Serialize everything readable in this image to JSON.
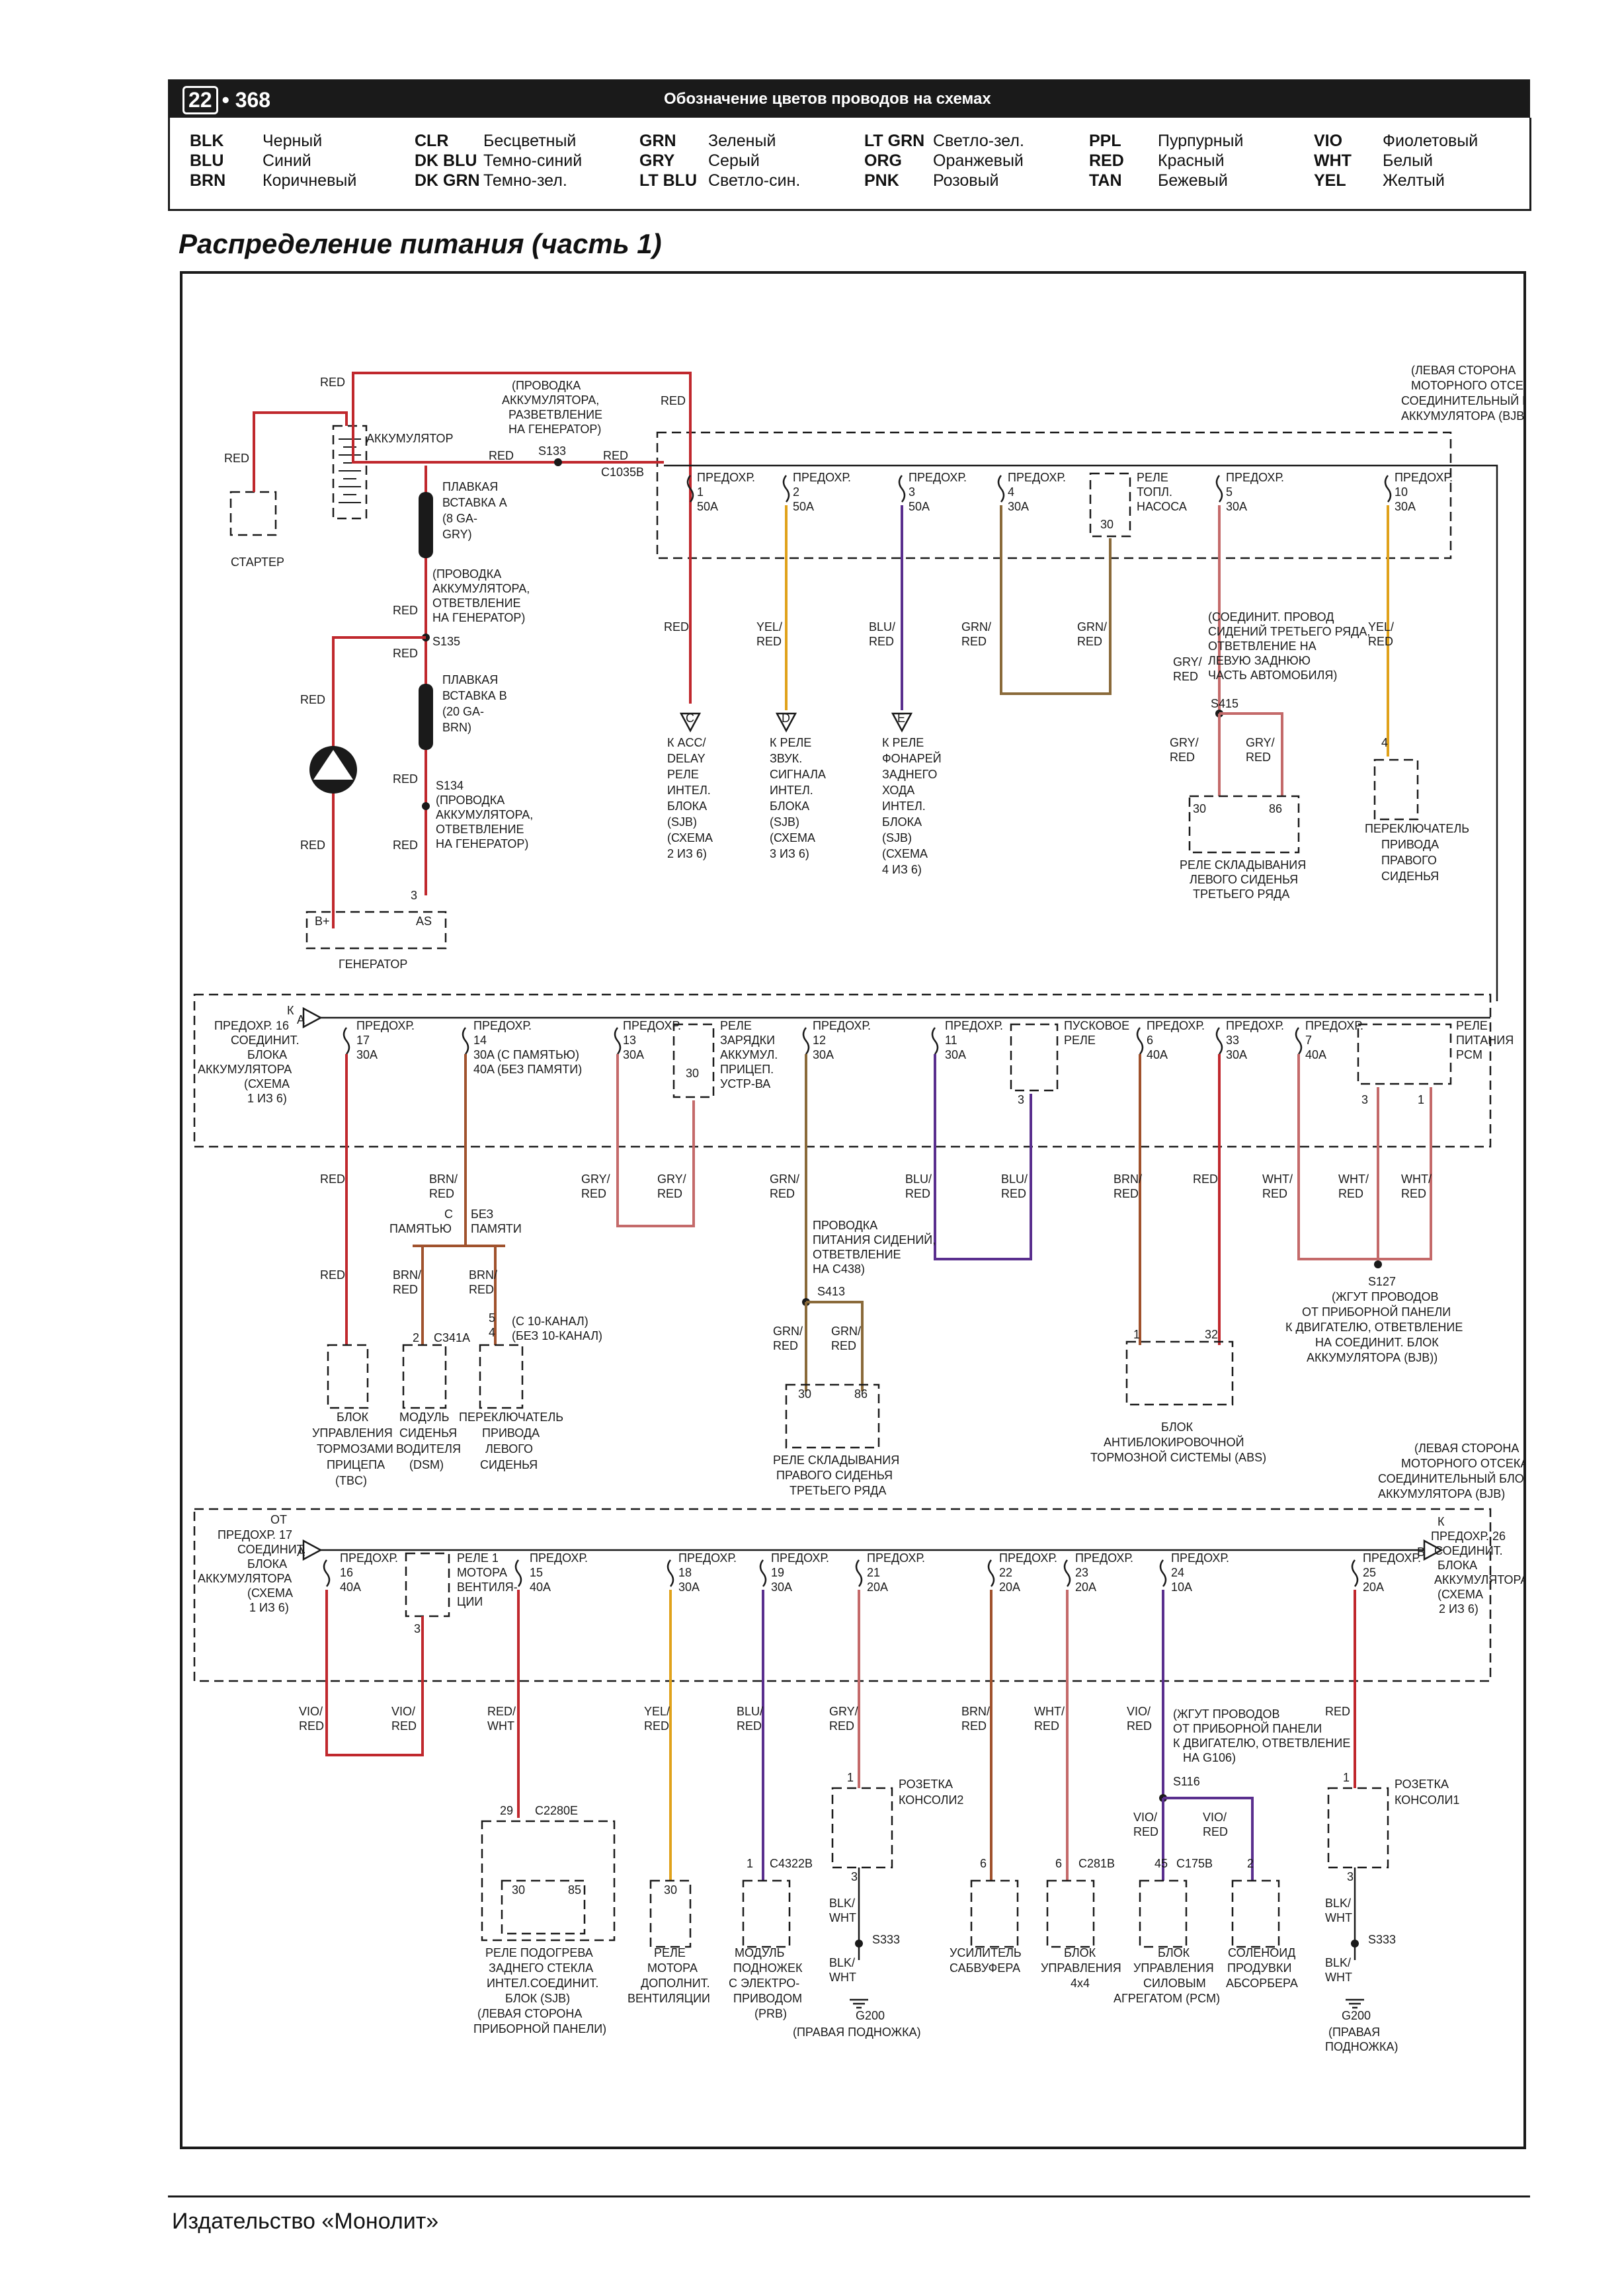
{
  "header": {
    "page_badge": "22",
    "page_number": "• 368",
    "title": "Обозначение цветов проводов на схемах"
  },
  "legend": [
    [
      {
        "code": "BLK",
        "name": "Черный"
      },
      {
        "code": "BLU",
        "name": "Синий"
      },
      {
        "code": "BRN",
        "name": "Коричневый"
      }
    ],
    [
      {
        "code": "CLR",
        "name": "Бесцветный"
      },
      {
        "code": "DK BLU",
        "name": "Темно-синий"
      },
      {
        "code": "DK GRN",
        "name": "Темно-зел."
      }
    ],
    [
      {
        "code": "GRN",
        "name": "Зеленый"
      },
      {
        "code": "GRY",
        "name": "Серый"
      },
      {
        "code": "LT BLU",
        "name": "Светло-син."
      }
    ],
    [
      {
        "code": "LT GRN",
        "name": "Светло-зел."
      },
      {
        "code": "ORG",
        "name": "Оранжевый"
      },
      {
        "code": "PNK",
        "name": "Розовый"
      }
    ],
    [
      {
        "code": "PPL",
        "name": "Пурпурный"
      },
      {
        "code": "RED",
        "name": "Красный"
      },
      {
        "code": "TAN",
        "name": "Бежевый"
      }
    ],
    [
      {
        "code": "VIO",
        "name": "Фиолетовый"
      },
      {
        "code": "WHT",
        "name": "Белый"
      },
      {
        "code": "YEL",
        "name": "Желтый"
      }
    ]
  ],
  "section_title": "Распределение питания (часть 1)",
  "footer": "Издательство «Монолит»",
  "colors": {
    "red": "#c0282d",
    "yel": "#e0a21b",
    "blu": "#5a2f8e",
    "grn": "#8a6a3a",
    "brn": "#a0522d",
    "gry": "#c0282d",
    "pink": "#c46a6a",
    "line": "#1a1a1a"
  },
  "labels": [
    {
      "t": "RED"
    },
    {
      "t": "RED"
    },
    {
      "t": "АККУМУЛЯТОР"
    },
    {
      "t": "СТАРТЕР"
    },
    {
      "t": "(ПРОВОДКА"
    },
    {
      "t": "АККУМУЛЯТОРА,"
    },
    {
      "t": "РАЗВЕТВЛЕНИЕ"
    },
    {
      "t": "НА ГЕНЕРАТОР)"
    },
    {
      "t": "RED"
    },
    {
      "t": "S133"
    },
    {
      "t": "RED"
    },
    {
      "t": "C1035B"
    },
    {
      "t": "RED"
    },
    {
      "t": "ПЛАВКАЯ"
    },
    {
      "t": "ВСТАВКА A"
    },
    {
      "t": "(8 GA-"
    },
    {
      "t": "GRY)"
    },
    {
      "t": "(ПРОВОДКА"
    },
    {
      "t": "АККУМУЛЯТОРА,"
    },
    {
      "t": "ОТВЕТВЛЕНИЕ"
    },
    {
      "t": "НА ГЕНЕРАТОР)"
    },
    {
      "t": "RED"
    },
    {
      "t": "S135"
    },
    {
      "t": "RED"
    },
    {
      "t": "RED"
    },
    {
      "t": "ПЛАВКАЯ"
    },
    {
      "t": "ВСТАВКА B"
    },
    {
      "t": "(20 GA-"
    },
    {
      "t": "BRN)"
    },
    {
      "t": "RED"
    },
    {
      "t": "S134"
    },
    {
      "t": "(ПРОВОДКА"
    },
    {
      "t": "АККУМУЛЯТОРА,"
    },
    {
      "t": "ОТВЕТВЛЕНИЕ"
    },
    {
      "t": "НА ГЕНЕРАТОР)"
    },
    {
      "t": "RED"
    },
    {
      "t": "RED"
    },
    {
      "t": "3"
    },
    {
      "t": "B+"
    },
    {
      "t": "AS"
    },
    {
      "t": "ГЕНЕРАТОР"
    },
    {
      "t": "(ЛЕВАЯ СТОРОНА"
    },
    {
      "t": "МОТОРНОГО ОТСЕКА)"
    },
    {
      "t": "СОЕДИНИТЕЛЬНЫЙ БЛОК"
    },
    {
      "t": "АККУМУЛЯТОРА (BJB)"
    },
    {
      "t": "ПРЕДОХР."
    },
    {
      "t": "1"
    },
    {
      "t": "50A"
    },
    {
      "t": "ПРЕДОХР."
    },
    {
      "t": "2"
    },
    {
      "t": "50A"
    },
    {
      "t": "ПРЕДОХР."
    },
    {
      "t": "3"
    },
    {
      "t": "50A"
    },
    {
      "t": "ПРЕДОХР."
    },
    {
      "t": "4"
    },
    {
      "t": "30A"
    },
    {
      "t": "РЕЛЕ"
    },
    {
      "t": "ТОПЛ."
    },
    {
      "t": "НАСОСА"
    },
    {
      "t": "30"
    },
    {
      "t": "ПРЕДОХР."
    },
    {
      "t": "5"
    },
    {
      "t": "30A"
    },
    {
      "t": "ПРЕДОХР."
    },
    {
      "t": "10"
    },
    {
      "t": "30A"
    },
    {
      "t": "RED"
    },
    {
      "t": "YEL/"
    },
    {
      "t": "RED"
    },
    {
      "t": "BLU/"
    },
    {
      "t": "RED"
    },
    {
      "t": "GRN/"
    },
    {
      "t": "RED"
    },
    {
      "t": "GRN/"
    },
    {
      "t": "RED"
    },
    {
      "t": "(СОЕДИНИТ. ПРОВОД"
    },
    {
      "t": "СИДЕНИЙ ТРЕТЬЕГО РЯДА,"
    },
    {
      "t": "ОТВЕТВЛЕНИЕ НА"
    },
    {
      "t": "ЛЕВУЮ ЗАДНЮЮ"
    },
    {
      "t": "ЧАСТЬ АВТОМОБИЛЯ)"
    },
    {
      "t": "YEL/"
    },
    {
      "t": "RED"
    },
    {
      "t": "GRY/"
    },
    {
      "t": "RED"
    },
    {
      "t": "S415"
    },
    {
      "t": "C"
    },
    {
      "t": "D"
    },
    {
      "t": "E"
    },
    {
      "t": "К ACC/"
    },
    {
      "t": "DELAY"
    },
    {
      "t": "РЕЛЕ"
    },
    {
      "t": "ИНТЕЛ."
    },
    {
      "t": "БЛОКА"
    },
    {
      "t": "(SJB)"
    },
    {
      "t": "(СХЕМА"
    },
    {
      "t": "2 ИЗ 6)"
    },
    {
      "t": "К РЕЛЕ"
    },
    {
      "t": "ЗВУК."
    },
    {
      "t": "СИГНАЛА"
    },
    {
      "t": "ИНТЕЛ."
    },
    {
      "t": "БЛОКА"
    },
    {
      "t": "(SJB)"
    },
    {
      "t": "(СХЕМА"
    },
    {
      "t": "3 ИЗ 6)"
    },
    {
      "t": "К РЕЛЕ"
    },
    {
      "t": "ФОНАРЕЙ"
    },
    {
      "t": "ЗАДНЕГО"
    },
    {
      "t": "ХОДА"
    },
    {
      "t": "ИНТЕЛ."
    },
    {
      "t": "БЛОКА"
    },
    {
      "t": "(SJB)"
    },
    {
      "t": "(СХЕМА"
    },
    {
      "t": "4 ИЗ 6)"
    },
    {
      "t": "GRY/"
    },
    {
      "t": "RED"
    },
    {
      "t": "GRY/"
    },
    {
      "t": "RED"
    },
    {
      "t": "30"
    },
    {
      "t": "86"
    },
    {
      "t": "РЕЛЕ СКЛАДЫВАНИЯ"
    },
    {
      "t": "ЛЕВОГО СИДЕНЬЯ"
    },
    {
      "t": "ТРЕТЬЕГО РЯДА"
    },
    {
      "t": "4"
    },
    {
      "t": "ПЕРЕКЛЮЧАТЕЛЬ"
    },
    {
      "t": "ПРИВОДА"
    },
    {
      "t": "ПРАВОГО"
    },
    {
      "t": "СИДЕНЬЯ"
    },
    {
      "t": "К"
    },
    {
      "t": "ПРЕДОХР. 16"
    },
    {
      "t": "СОЕДИНИТ."
    },
    {
      "t": "БЛОКА"
    },
    {
      "t": "АККУМУЛЯТОРА"
    },
    {
      "t": "(СХЕМА"
    },
    {
      "t": "1 ИЗ 6)"
    },
    {
      "t": "A"
    },
    {
      "t": "ПРЕДОХР."
    },
    {
      "t": "17"
    },
    {
      "t": "30A"
    },
    {
      "t": "ПРЕДОХР."
    },
    {
      "t": "14"
    },
    {
      "t": "30A (С ПАМЯТЬЮ)"
    },
    {
      "t": "40A (БЕЗ ПАМЯТИ)"
    },
    {
      "t": "ПРЕДОХР."
    },
    {
      "t": "13"
    },
    {
      "t": "30A"
    },
    {
      "t": "РЕЛЕ"
    },
    {
      "t": "ЗАРЯДКИ"
    },
    {
      "t": "АККУМУЛ."
    },
    {
      "t": "ПРИЦЕП."
    },
    {
      "t": "УСТР-ВА"
    },
    {
      "t": "30"
    },
    {
      "t": "ПРЕДОХР."
    },
    {
      "t": "12"
    },
    {
      "t": "30A"
    },
    {
      "t": "ПРЕДОХР."
    },
    {
      "t": "11"
    },
    {
      "t": "30A"
    },
    {
      "t": "ПУСКОВОЕ"
    },
    {
      "t": "РЕЛЕ"
    },
    {
      "t": "3"
    },
    {
      "t": "ПРЕДОХР."
    },
    {
      "t": "6"
    },
    {
      "t": "40A"
    },
    {
      "t": "ПРЕДОХР."
    },
    {
      "t": "33"
    },
    {
      "t": "30A"
    },
    {
      "t": "ПРЕДОХР."
    },
    {
      "t": "7"
    },
    {
      "t": "40A"
    },
    {
      "t": "РЕЛЕ"
    },
    {
      "t": "ПИТАНИЯ"
    },
    {
      "t": "PCM"
    },
    {
      "t": "3"
    },
    {
      "t": "1"
    },
    {
      "t": "RED"
    },
    {
      "t": "BRN/"
    },
    {
      "t": "RED"
    },
    {
      "t": "GRY/"
    },
    {
      "t": "RED"
    },
    {
      "t": "GRY/"
    },
    {
      "t": "RED"
    },
    {
      "t": "GRN/"
    },
    {
      "t": "RED"
    },
    {
      "t": "BLU/"
    },
    {
      "t": "RED"
    },
    {
      "t": "BLU/"
    },
    {
      "t": "RED"
    },
    {
      "t": "BRN/"
    },
    {
      "t": "RED"
    },
    {
      "t": "RED"
    },
    {
      "t": "WHT/"
    },
    {
      "t": "RED"
    },
    {
      "t": "WHT/"
    },
    {
      "t": "RED"
    },
    {
      "t": "WHT/"
    },
    {
      "t": "RED"
    },
    {
      "t": "С"
    },
    {
      "t": "ПАМЯТЬЮ"
    },
    {
      "t": "БЕЗ"
    },
    {
      "t": "ПАМЯТИ"
    },
    {
      "t": "ПРОВОДКА"
    },
    {
      "t": "ПИТАНИЯ СИДЕНИЙ,"
    },
    {
      "t": "ОТВЕТВЛЕНИЕ"
    },
    {
      "t": "НА C438)"
    },
    {
      "t": "S413"
    },
    {
      "t": "S127"
    },
    {
      "t": "(ЖГУТ ПРОВОДОВ"
    },
    {
      "t": "ОТ ПРИБОРНОЙ ПАНЕЛИ"
    },
    {
      "t": "К ДВИГАТЕЛЮ, ОТВЕТВЛЕНИЕ"
    },
    {
      "t": "НА СОЕДИНИТ. БЛОК"
    },
    {
      "t": "АККУМУЛЯТОРА (BJB))"
    },
    {
      "t": "RED"
    },
    {
      "t": "BRN/"
    },
    {
      "t": "RED"
    },
    {
      "t": "BRN/"
    },
    {
      "t": "RED"
    },
    {
      "t": "2"
    },
    {
      "t": "C341A"
    },
    {
      "t": "5"
    },
    {
      "t": "4"
    },
    {
      "t": "(С 10-КАНАЛ)"
    },
    {
      "t": "(БЕЗ 10-КАНАЛ)"
    },
    {
      "t": "GRN/"
    },
    {
      "t": "RED"
    },
    {
      "t": "GRN/"
    },
    {
      "t": "RED"
    },
    {
      "t": "30"
    },
    {
      "t": "86"
    },
    {
      "t": "1"
    },
    {
      "t": "32"
    },
    {
      "t": "БЛОК"
    },
    {
      "t": "УПРАВЛЕНИЯ"
    },
    {
      "t": "ТОРМОЗАМИ"
    },
    {
      "t": "ПРИЦЕПА"
    },
    {
      "t": "(TBC)"
    },
    {
      "t": "МОДУЛЬ"
    },
    {
      "t": "СИДЕНЬЯ"
    },
    {
      "t": "ВОДИТЕЛЯ"
    },
    {
      "t": "(DSM)"
    },
    {
      "t": "ПЕРЕКЛЮЧАТЕЛЬ"
    },
    {
      "t": "ПРИВОДА"
    },
    {
      "t": "ЛЕВОГО"
    },
    {
      "t": "СИДЕНЬЯ"
    },
    {
      "t": "РЕЛЕ СКЛАДЫВАНИЯ"
    },
    {
      "t": "ПРАВОГО СИДЕНЬЯ"
    },
    {
      "t": "ТРЕТЬЕГО РЯДА"
    },
    {
      "t": "БЛОК"
    },
    {
      "t": "АНТИБЛОКИРОВОЧНОЙ"
    },
    {
      "t": "ТОРМОЗНОЙ СИСТЕМЫ (ABS)"
    },
    {
      "t": "(ЛЕВАЯ СТОРОНА"
    },
    {
      "t": "МОТОРНОГО ОТСЕКА)"
    },
    {
      "t": "СОЕДИНИТЕЛЬНЫЙ БЛОК"
    },
    {
      "t": "АККУМУЛЯТОРА (BJB)"
    },
    {
      "t": "ОТ"
    },
    {
      "t": "ПРЕДОХР. 17"
    },
    {
      "t": "СОЕДИНИТ."
    },
    {
      "t": "БЛОКА"
    },
    {
      "t": "АККУМУЛЯТОРА"
    },
    {
      "t": "(СХЕМА"
    },
    {
      "t": "1 ИЗ 6)"
    },
    {
      "t": "A"
    },
    {
      "t": "ПРЕДОХР."
    },
    {
      "t": "16"
    },
    {
      "t": "40A"
    },
    {
      "t": "РЕЛЕ 1"
    },
    {
      "t": "МОТОРА"
    },
    {
      "t": "ВЕНТИЛЯ-"
    },
    {
      "t": "ЦИИ"
    },
    {
      "t": "3"
    },
    {
      "t": "ПРЕДОХР."
    },
    {
      "t": "15"
    },
    {
      "t": "40A"
    },
    {
      "t": "ПРЕДОХР."
    },
    {
      "t": "18"
    },
    {
      "t": "30A"
    },
    {
      "t": "ПРЕДОХР."
    },
    {
      "t": "19"
    },
    {
      "t": "30A"
    },
    {
      "t": "ПРЕДОХР."
    },
    {
      "t": "21"
    },
    {
      "t": "20A"
    },
    {
      "t": "ПРЕДОХР."
    },
    {
      "t": "22"
    },
    {
      "t": "20A"
    },
    {
      "t": "ПРЕДОХР."
    },
    {
      "t": "23"
    },
    {
      "t": "20A"
    },
    {
      "t": "ПРЕДОХР."
    },
    {
      "t": "24"
    },
    {
      "t": "10A"
    },
    {
      "t": "ПРЕДОХР."
    },
    {
      "t": "25"
    },
    {
      "t": "20A"
    },
    {
      "t": "К"
    },
    {
      "t": "ПРЕДОХР. 26"
    },
    {
      "t": "СОЕДИНИТ."
    },
    {
      "t": "БЛОКА"
    },
    {
      "t": "АККУМУЛЯТОРА"
    },
    {
      "t": "(СХЕМА"
    },
    {
      "t": "2 ИЗ 6)"
    },
    {
      "t": "B"
    },
    {
      "t": "VIO/"
    },
    {
      "t": "RED"
    },
    {
      "t": "VIO/"
    },
    {
      "t": "RED"
    },
    {
      "t": "RED/"
    },
    {
      "t": "WHT"
    },
    {
      "t": "YEL/"
    },
    {
      "t": "RED"
    },
    {
      "t": "BLU/"
    },
    {
      "t": "RED"
    },
    {
      "t": "GRY/"
    },
    {
      "t": "RED"
    },
    {
      "t": "BRN/"
    },
    {
      "t": "RED"
    },
    {
      "t": "WHT/"
    },
    {
      "t": "RED"
    },
    {
      "t": "VIO/"
    },
    {
      "t": "RED"
    },
    {
      "t": "RED"
    },
    {
      "t": "(ЖГУТ ПРОВОДОВ"
    },
    {
      "t": "ОТ ПРИБОРНОЙ ПАНЕЛИ"
    },
    {
      "t": "К ДВИГАТЕЛЮ, ОТВЕТВЛЕНИЕ"
    },
    {
      "t": "НА G106)"
    },
    {
      "t": "S116"
    },
    {
      "t": "29"
    },
    {
      "t": "C2280E"
    },
    {
      "t": "30"
    },
    {
      "t": "85"
    },
    {
      "t": "30"
    },
    {
      "t": "1"
    },
    {
      "t": "C4322B"
    },
    {
      "t": "1"
    },
    {
      "t": "РОЗЕТКА"
    },
    {
      "t": "КОНСОЛИ2"
    },
    {
      "t": "3"
    },
    {
      "t": "6"
    },
    {
      "t": "6"
    },
    {
      "t": "C281B"
    },
    {
      "t": "VIO/"
    },
    {
      "t": "RED"
    },
    {
      "t": "VIO/"
    },
    {
      "t": "RED"
    },
    {
      "t": "45"
    },
    {
      "t": "C175B"
    },
    {
      "t": "2"
    },
    {
      "t": "1"
    },
    {
      "t": "РОЗЕТКА"
    },
    {
      "t": "КОНСОЛИ1"
    },
    {
      "t": "3"
    },
    {
      "t": "BLK/"
    },
    {
      "t": "WHT"
    },
    {
      "t": "S333"
    },
    {
      "t": "BLK/"
    },
    {
      "t": "WHT"
    },
    {
      "t": "G200"
    },
    {
      "t": "(ПРАВАЯ ПОДНОЖКА)"
    },
    {
      "t": "BLK/"
    },
    {
      "t": "WHT"
    },
    {
      "t": "S333"
    },
    {
      "t": "BLK/"
    },
    {
      "t": "WHT"
    },
    {
      "t": "G200"
    },
    {
      "t": "(ПРАВАЯ"
    },
    {
      "t": "ПОДНОЖКА)"
    },
    {
      "t": "РЕЛЕ ПОДОГРЕВА"
    },
    {
      "t": "ЗАДНЕГО СТЕКЛА"
    },
    {
      "t": "ИНТЕЛ.СОЕДИНИТ."
    },
    {
      "t": "БЛОК (SJB)"
    },
    {
      "t": "(ЛЕВАЯ СТОРОНА"
    },
    {
      "t": "ПРИБОРНОЙ ПАНЕЛИ)"
    },
    {
      "t": "РЕЛЕ"
    },
    {
      "t": "МОТОРА"
    },
    {
      "t": "ДОПОЛНИТ."
    },
    {
      "t": "ВЕНТИЛЯЦИИ"
    },
    {
      "t": "МОДУЛЬ"
    },
    {
      "t": "ПОДНОЖЕК"
    },
    {
      "t": "С ЭЛЕКТРО-"
    },
    {
      "t": "ПРИВОДОМ"
    },
    {
      "t": "(PRB)"
    },
    {
      "t": "УСИЛИТЕЛЬ"
    },
    {
      "t": "САБВУФЕРА"
    },
    {
      "t": "БЛОК"
    },
    {
      "t": "УПРАВЛЕНИЯ"
    },
    {
      "t": "4x4"
    },
    {
      "t": "БЛОК"
    },
    {
      "t": "УПРАВЛЕНИЯ"
    },
    {
      "t": "СИЛОВЫМ"
    },
    {
      "t": "АГРЕГАТОМ (PCM)"
    },
    {
      "t": "СОЛЕНОИД"
    },
    {
      "t": "ПРОДУВКИ"
    },
    {
      "t": "АБСОРБЕРА"
    }
  ]
}
